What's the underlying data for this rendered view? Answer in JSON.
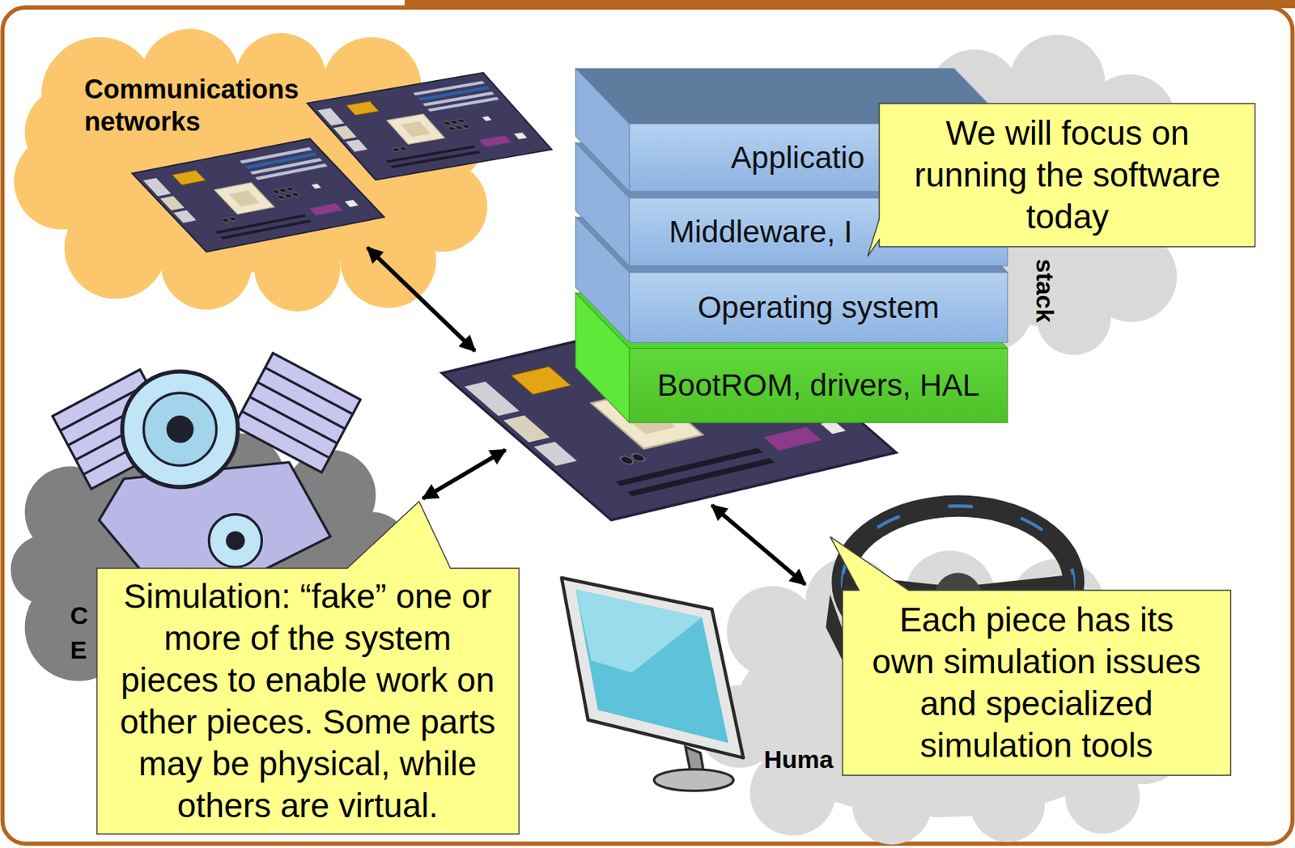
{
  "diagram": {
    "nodes": [
      {
        "text": [
          "Applicatio"
        ]
      },
      {
        "text": [
          "Middleware, I"
        ]
      },
      {
        "text": [
          "Operating system"
        ]
      },
      {
        "text": [
          "BootROM, drivers, HAL"
        ]
      },
      {
        "text": [
          "We will focus on running the software today"
        ]
      },
      {
        "text": [
          "Simulation: “fake” one or more of the system pieces to enable work on other pieces. Some parts may be physical, while others are virtual."
        ]
      },
      {
        "text": [
          "Each piece has its own simulation issues and specialized simulation tools"
        ]
      }
    ],
    "labels": [
      "Communications networks",
      "stack",
      "C",
      "E",
      "Huma"
    ]
  }
}
